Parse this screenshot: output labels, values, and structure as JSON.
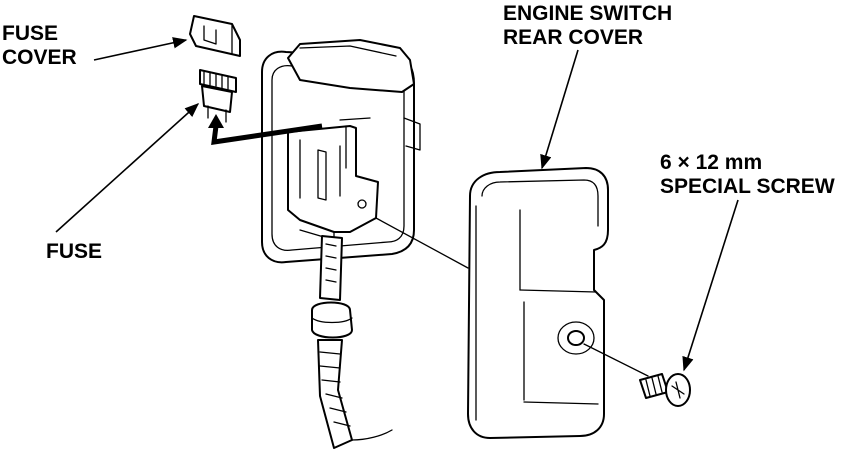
{
  "labels": {
    "fuse_cover_line1": "FUSE",
    "fuse_cover_line2": "COVER",
    "fuse": "FUSE",
    "rear_cover_line1": "ENGINE SWITCH",
    "rear_cover_line2": "REAR COVER",
    "screw_line1": "6 × 12 mm",
    "screw_line2": "SPECIAL SCREW"
  }
}
